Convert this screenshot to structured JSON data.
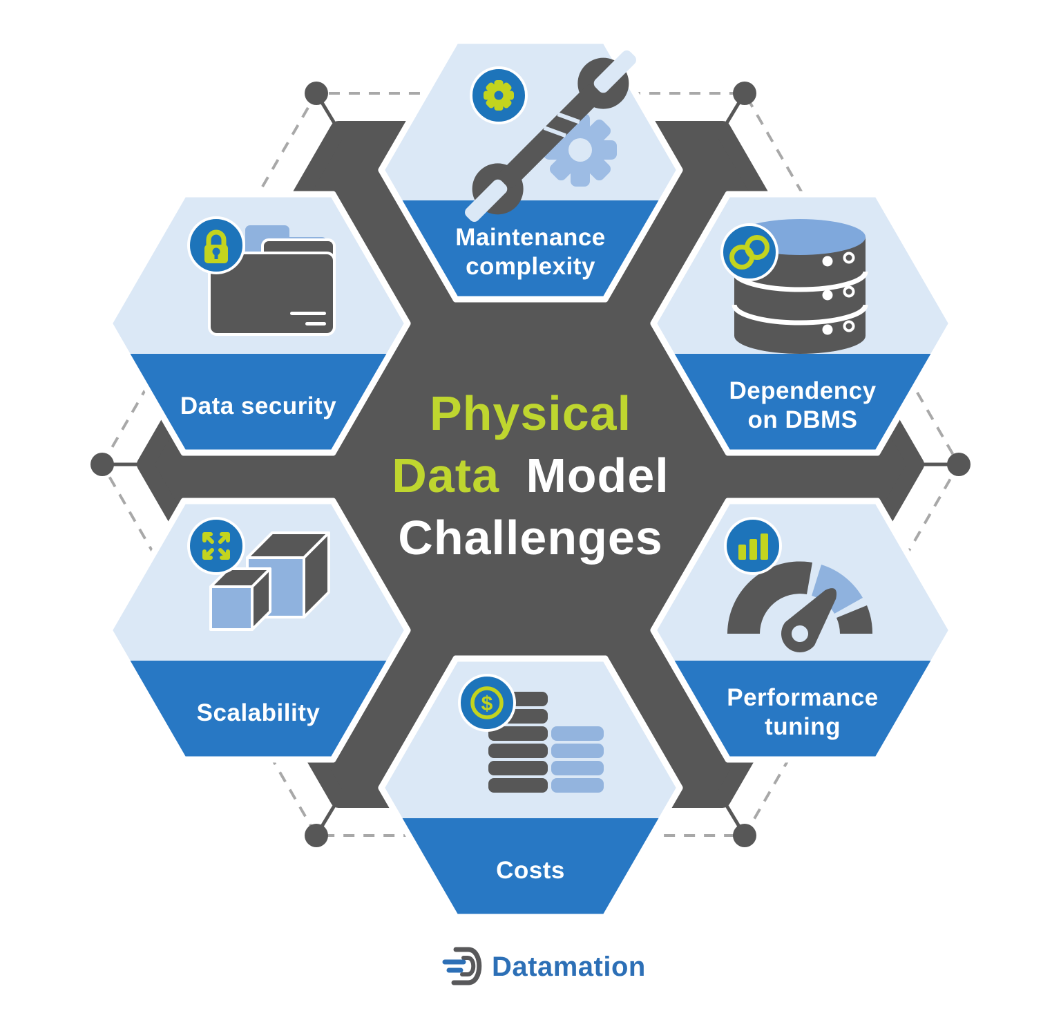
{
  "title": {
    "word1": "Physical",
    "word2": "Data",
    "word3": "Model",
    "word4": "Challenges"
  },
  "hexagons": {
    "maintenance": {
      "line1": "Maintenance",
      "line2": "complexity",
      "icon": "wrench-and-gear-icon",
      "badge_icon": "gear-icon"
    },
    "security": {
      "line1": "Data security",
      "icon": "locked-folder-icon",
      "badge_icon": "padlock-icon"
    },
    "dbms": {
      "line1": "Dependency",
      "line2": "on DBMS",
      "icon": "database-icon",
      "badge_icon": "chain-link-icon"
    },
    "scalability": {
      "line1": "Scalability",
      "icon": "cubes-icon",
      "badge_icon": "expand-arrows-icon"
    },
    "performance": {
      "line1": "Performance",
      "line2": "tuning",
      "icon": "gauge-icon",
      "badge_icon": "bar-chart-icon"
    },
    "costs": {
      "line1": "Costs",
      "icon": "coin-stacks-icon",
      "badge_icon": "dollar-coin-icon"
    }
  },
  "icons": {
    "dollar_symbol": "$"
  },
  "footer": {
    "brand": "Datamation"
  },
  "colors": {
    "accent_green": "#c3d41e",
    "title_green": "#bfd62f",
    "band_blue": "#2878c4",
    "badge_blue": "#1d74ba",
    "dark_gray": "#575757",
    "hex_light_blue": "#dbe8f6",
    "steel_blue": "#8fb2de",
    "db_top_blue": "#7fa8dc",
    "logo_blue": "#2c6fb6",
    "dashed_gray": "#a8a8a8"
  }
}
